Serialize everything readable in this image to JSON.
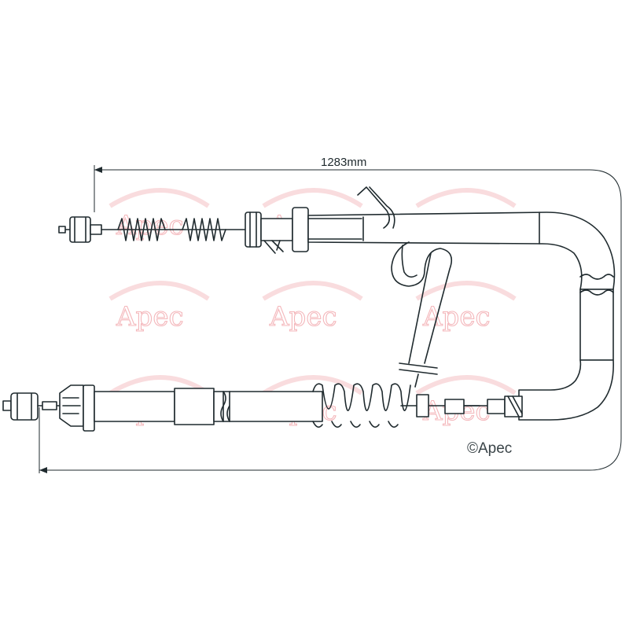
{
  "diagram": {
    "dimension_label": "1283mm",
    "copyright_text": "©Apec",
    "watermark_text": "Apec",
    "colors": {
      "line": "#1f2a2e",
      "watermark": "#f4b7bb"
    }
  }
}
